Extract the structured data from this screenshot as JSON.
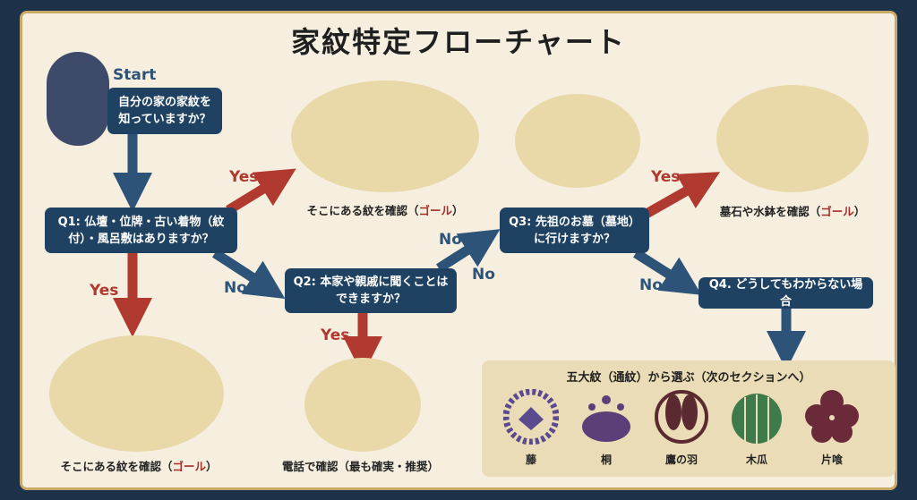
{
  "title": "家紋特定フローチャート",
  "start": {
    "label": "Start",
    "question": "自分の家の家紋を知っていますか？"
  },
  "q1": "Q1: 仏壇・位牌・古い着物（紋付）・風呂敷はありますか？",
  "q2": "Q2: 本家や親戚に聞くことはできますか？",
  "q3": "Q3: 先祖のお墓（墓地）に行けますか？",
  "q4": "Q4. どうしてもわからない場合",
  "labels": {
    "yes": "Yes",
    "no": "No"
  },
  "goals": {
    "altar_top": {
      "text": "そこにある紋を確認（",
      "goal": "ゴール",
      "end": "）"
    },
    "altar_bottom": {
      "text": "そこにある紋を確認（",
      "goal": "ゴール",
      "end": "）"
    },
    "phone": "電話で確認（最も確実・推奨）",
    "grave": {
      "text": "墓石や水鉢を確認（",
      "goal": "ゴール",
      "end": "）"
    }
  },
  "five_crests": {
    "heading": "五大紋（通紋）から選ぶ（次のセクションへ）",
    "items": [
      {
        "name": "藤",
        "color": "#5b4a8e"
      },
      {
        "name": "桐",
        "color": "#5a3f78"
      },
      {
        "name": "鷹の羽",
        "color": "#5a2a30"
      },
      {
        "name": "木瓜",
        "color": "#3f7a4a"
      },
      {
        "name": "片喰",
        "color": "#6a2a3a"
      }
    ]
  },
  "colors": {
    "navy": "#1f4262",
    "red": "#b03a30",
    "cream": "#f6efe0"
  }
}
